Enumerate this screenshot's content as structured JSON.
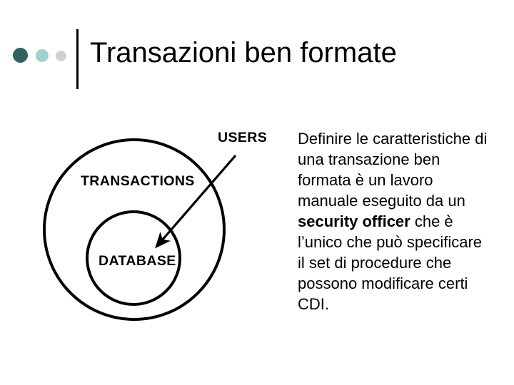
{
  "slide": {
    "title": "Transazioni ben formate",
    "header_dots": [
      {
        "name": "dot-dark-teal",
        "color": "#2e6360"
      },
      {
        "name": "dot-light-teal",
        "color": "#9fd2cf"
      },
      {
        "name": "dot-light-gray",
        "color": "#cfd2d2"
      }
    ]
  },
  "diagram": {
    "type": "concentric-circles",
    "outer_label": "TRANSACTIONS",
    "inner_label": "DATABASE",
    "callout_label": "USERS",
    "stroke_color": "#000000",
    "fill_color": "#ffffff"
  },
  "body": {
    "segments": [
      {
        "text": "Definire le caratteristiche di una transazione ben formata è un lavoro manuale eseguito da un ",
        "bold": false
      },
      {
        "text": "security officer",
        "bold": true
      },
      {
        "text": " che è l’unico che può specificare il set di procedure che possono modificare certi CDI.",
        "bold": false
      }
    ],
    "plain_text": "Definire le caratteristiche di una transazione ben formata è un lavoro manuale eseguito da un security officer che è l’unico che può specificare il set di procedure che possono modificare certi CDI."
  }
}
